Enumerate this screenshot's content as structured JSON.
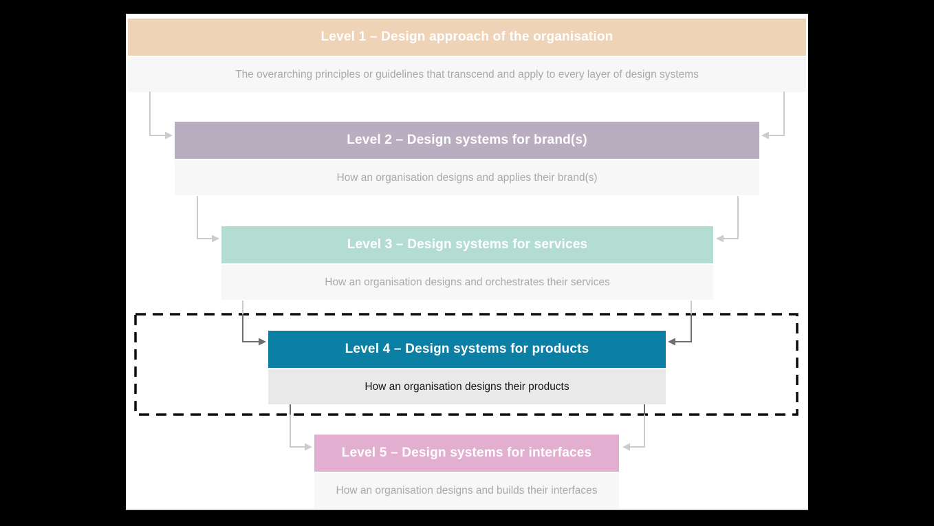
{
  "diagram": {
    "levels": [
      {
        "id": 1,
        "title": "Level 1 – Design approach of the organisation",
        "subtitle": "The overarching principles or guidelines that transcend and apply to every layer of design systems",
        "header_color": "#eed3b6",
        "header_text_color": "#ffffff",
        "subtitle_bg": "#f7f7f7",
        "subtitle_text_color": "#a9a9a9",
        "highlighted": false
      },
      {
        "id": 2,
        "title": "Level 2 – Design systems for brand(s)",
        "subtitle": "How an organisation designs and applies their brand(s)",
        "header_color": "#b9aebf",
        "header_text_color": "#ffffff",
        "subtitle_bg": "#f7f7f7",
        "subtitle_text_color": "#a9a9a9",
        "highlighted": false
      },
      {
        "id": 3,
        "title": "Level 3 – Design systems for services",
        "subtitle": "How an organisation designs and orchestrates their services",
        "header_color": "#b3dcd3",
        "header_text_color": "#ffffff",
        "subtitle_bg": "#f7f7f7",
        "subtitle_text_color": "#a9a9a9",
        "highlighted": false
      },
      {
        "id": 4,
        "title": "Level 4 – Design systems for products",
        "subtitle": "How an organisation designs their products",
        "header_color": "#0b7fa4",
        "header_text_color": "#ffffff",
        "subtitle_bg": "#e9e9e9",
        "subtitle_text_color": "#141414",
        "highlighted": true
      },
      {
        "id": 5,
        "title": "Level 5 – Design systems for interfaces",
        "subtitle": "How an organisation designs and builds their interfaces",
        "header_color": "#e3afd0",
        "header_text_color": "#ffffff",
        "subtitle_bg": "#f7f7f7",
        "subtitle_text_color": "#a9a9a9",
        "highlighted": false
      }
    ],
    "connector_colors": {
      "light": "#cccccc",
      "dark": "#6e6e6e"
    },
    "highlight_border_color": "#0d0d0d"
  }
}
